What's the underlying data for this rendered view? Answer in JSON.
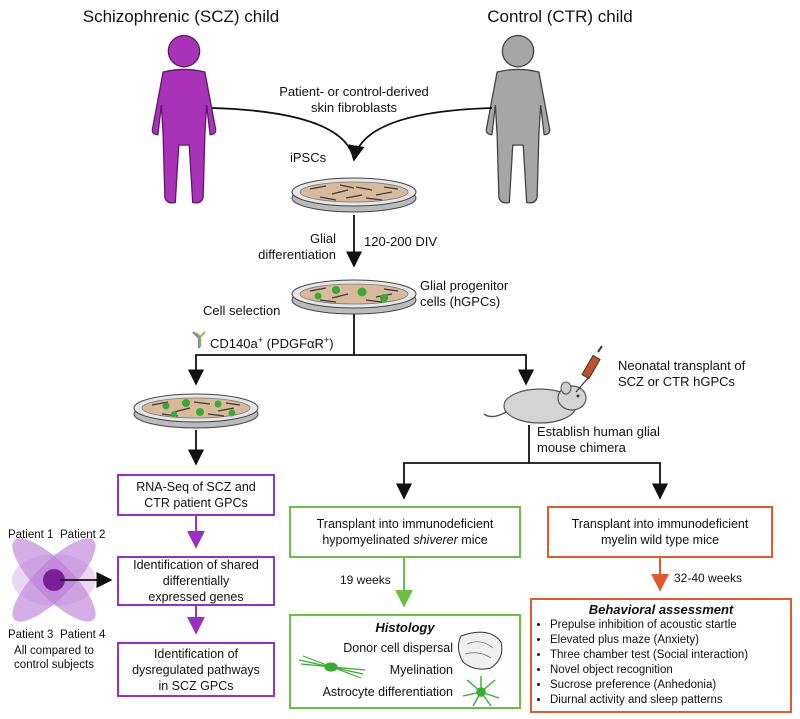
{
  "header": {
    "scz_child": "Schizophrenic (SCZ) child",
    "ctr_child": "Control (CTR) child"
  },
  "steps": {
    "fibroblasts": [
      "Patient- or control-derived",
      "skin fibroblasts"
    ],
    "ipscs": "iPSCs",
    "glial_diff": [
      "Glial",
      "differentiation"
    ],
    "div": "120-200 DIV",
    "hgpc": [
      "Glial progenitor",
      "cells (hGPCs)"
    ],
    "cell_selection": "Cell selection",
    "cd140a": "CD140a",
    "cd140a_sup": "+",
    "pdgfr_open": " (PDGFαR",
    "pdgfr_sup": "+",
    "pdgfr_close": ")",
    "transplant": [
      "Neonatal transplant of",
      "SCZ or CTR hGPCs"
    ],
    "chimera": [
      "Establish human glial",
      "mouse chimera"
    ]
  },
  "left_column": {
    "rnaseq": [
      "RNA-Seq of SCZ and",
      "CTR patient GPCs"
    ],
    "shared_genes": [
      "Identification of shared",
      "differentially",
      "expressed genes"
    ],
    "pathways": [
      "Identification of",
      "dysregulated pathways",
      "in SCZ GPCs"
    ],
    "venn": {
      "p1": "Patient 1",
      "p2": "Patient 2",
      "p3": "Patient 3",
      "p4": "Patient 4",
      "note": [
        "All compared to",
        "control subjects"
      ]
    }
  },
  "middle_column": {
    "shiverer_line1": "Transplant into immunodeficient",
    "shiverer_line2_pre": "hypomyelinated ",
    "shiverer_line2_em": "shiverer",
    "shiverer_line2_post": " mice",
    "weeks": "19 weeks",
    "histology_title": "Histology",
    "histology_items": [
      "Donor cell dispersal",
      "Myelination",
      "Astrocyte differentiation"
    ]
  },
  "right_column": {
    "wildtype": [
      "Transplant into immunodeficient",
      "myelin wild type mice"
    ],
    "weeks": "32-40 weeks",
    "behavior_title": "Behavioral assessment",
    "behavior_items": [
      "Prepulse inhibition of acoustic startle",
      "Elevated plus maze (Anxiety)",
      "Three chamber test (Social interaction)",
      "Novel object recognition",
      "Sucrose preference (Anhedonia)",
      "Diurnal activity and sleep patterns"
    ]
  },
  "colors": {
    "scz": "#a832b8",
    "ctr": "#a6a6a6",
    "purple_box": "#9b30c0",
    "green_box": "#6ebd45",
    "red_box": "#e05a2c",
    "dish": "#d9b99b",
    "cell": "#3aaa35"
  }
}
